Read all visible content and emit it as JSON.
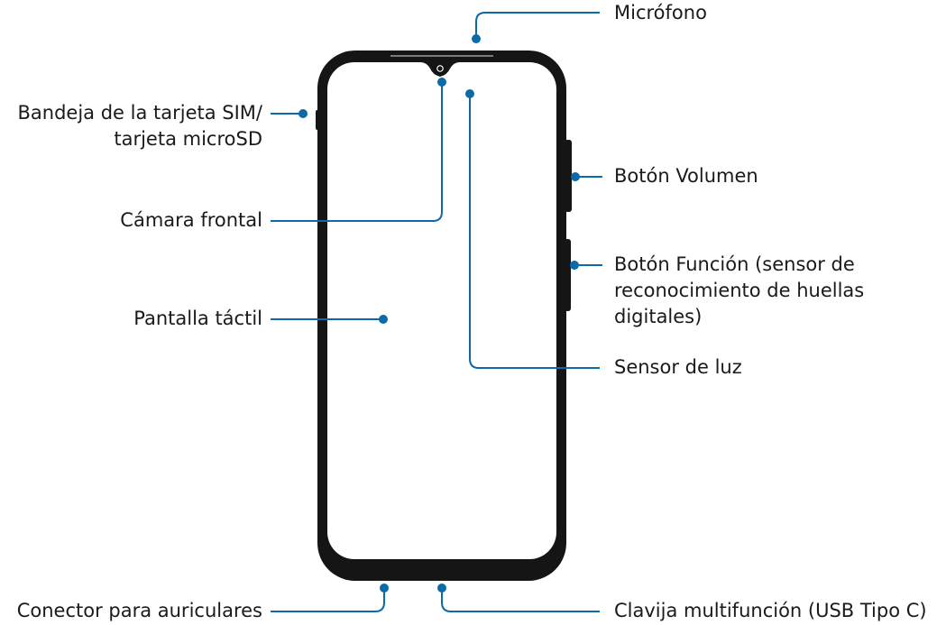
{
  "colors": {
    "accent": "#0b6aa8",
    "phone_frame": "#151515",
    "text": "#1a1a1a"
  },
  "labels": {
    "microphone": "Micrófono",
    "sim_tray_line1": "Bandeja de la tarjeta SIM/",
    "sim_tray_line2": "tarjeta microSD",
    "volume_button": "Botón Volumen",
    "front_camera": "Cámara frontal",
    "function_button_line1": "Botón Función (sensor de",
    "function_button_line2": "reconocimiento de huellas",
    "function_button_line3": "digitales)",
    "touchscreen": "Pantalla táctil",
    "light_sensor": "Sensor de luz",
    "headphone_jack": "Conector para auriculares",
    "multipurpose_jack": "Clavija multifunción (USB Tipo C)"
  }
}
